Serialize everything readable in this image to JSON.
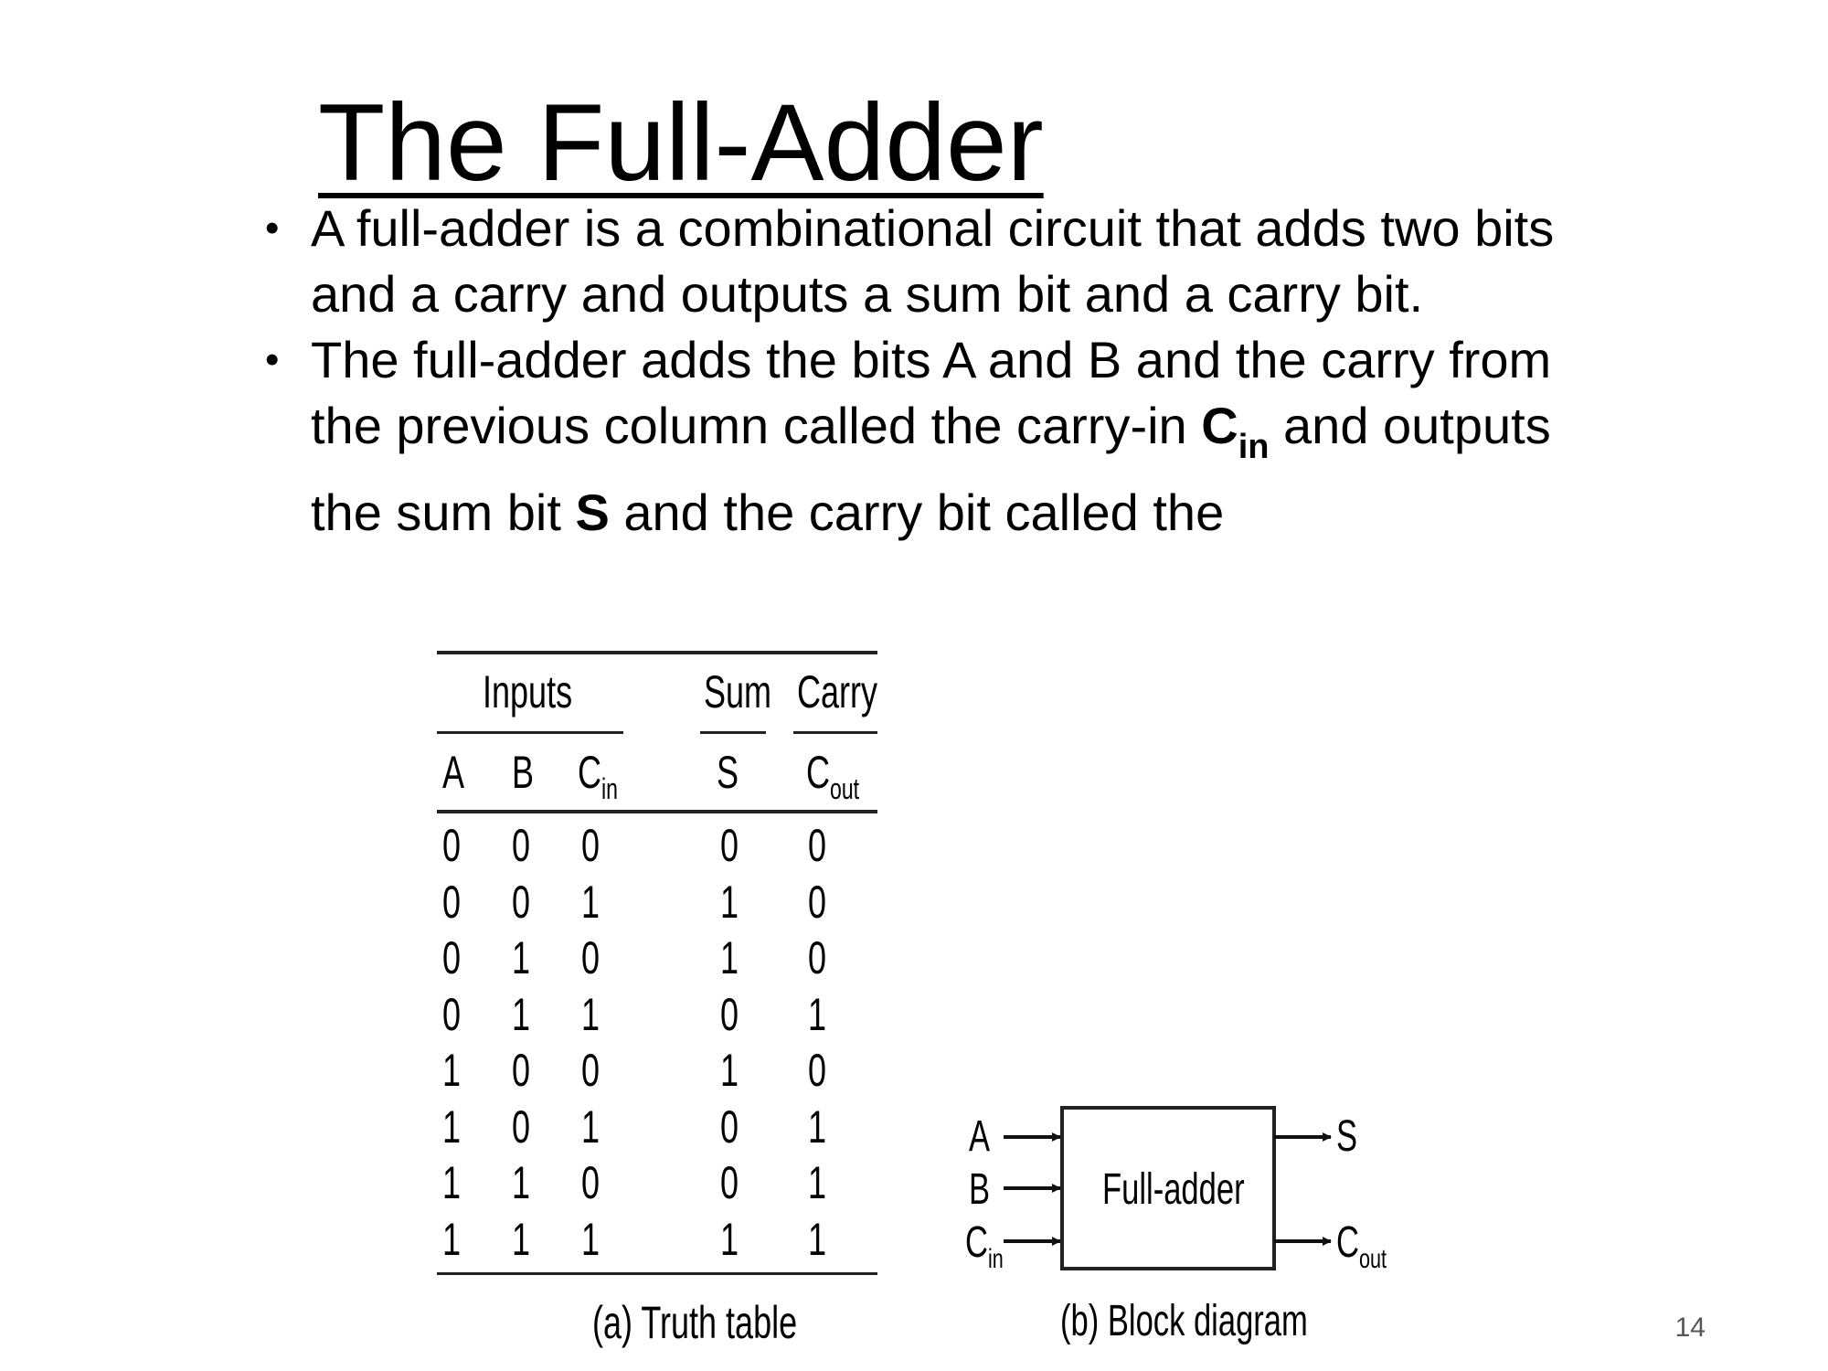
{
  "slide": {
    "title": "The Full-Adder",
    "bullet1": "A full-adder is a combinational circuit that adds two bits and a carry and outputs a sum bit and a carry bit.",
    "bullet2": {
      "part1": "The full-adder adds the bits A and B and the carry from the previous column called the carry-in ",
      "cin_base": "C",
      "cin_sub": "in",
      "part2": " and outputs the sum bit ",
      "s_bold": "S",
      "part3": " and the carry bit called the"
    },
    "page_number": "14"
  },
  "truth_table": {
    "group_inputs": "Inputs",
    "group_sum": "Sum",
    "group_carry": "Carry",
    "col_a": "A",
    "col_b": "B",
    "col_cin_base": "C",
    "col_cin_sub": "in",
    "col_s": "S",
    "col_cout_base": "C",
    "col_cout_sub": "out",
    "rows": [
      [
        "0",
        "0",
        "0",
        "0",
        "0"
      ],
      [
        "0",
        "0",
        "1",
        "1",
        "0"
      ],
      [
        "0",
        "1",
        "0",
        "1",
        "0"
      ],
      [
        "0",
        "1",
        "1",
        "0",
        "1"
      ],
      [
        "1",
        "0",
        "0",
        "1",
        "0"
      ],
      [
        "1",
        "0",
        "1",
        "0",
        "1"
      ],
      [
        "1",
        "1",
        "0",
        "0",
        "1"
      ],
      [
        "1",
        "1",
        "1",
        "1",
        "1"
      ]
    ],
    "caption": "(a) Truth table"
  },
  "block_diagram": {
    "box_label": "Full-adder",
    "in_a": "A",
    "in_b": "B",
    "in_cin_base": "C",
    "in_cin_sub": "in",
    "out_s": "S",
    "out_cout_base": "C",
    "out_cout_sub": "out",
    "caption": "(b) Block diagram"
  }
}
